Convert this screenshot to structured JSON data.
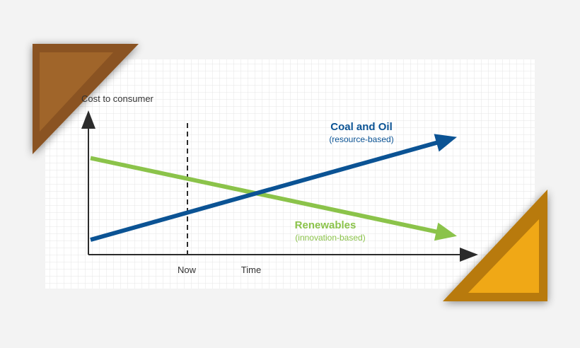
{
  "chart_data": {
    "type": "line",
    "ylabel": "Cost to consumer",
    "x_ticks": [
      {
        "label": "Now"
      },
      {
        "label": "Time"
      }
    ],
    "series": [
      {
        "name": "Coal and Oil",
        "subtitle": "(resource-based)",
        "color": "#0b5394",
        "trend": "increasing",
        "values": [
          0.12,
          0.95
        ]
      },
      {
        "name": "Renewables",
        "subtitle": "(innovation-based)",
        "color": "#8bc34a",
        "trend": "decreasing",
        "values": [
          0.78,
          0.15
        ]
      }
    ],
    "grid": true,
    "colors": {
      "axis": "#2b2b2b",
      "text": "#333333",
      "grid": "#e4e4e4",
      "background": "#ffffff",
      "corner_brown": "#8a5321",
      "corner_gold": "#f0a814"
    }
  }
}
